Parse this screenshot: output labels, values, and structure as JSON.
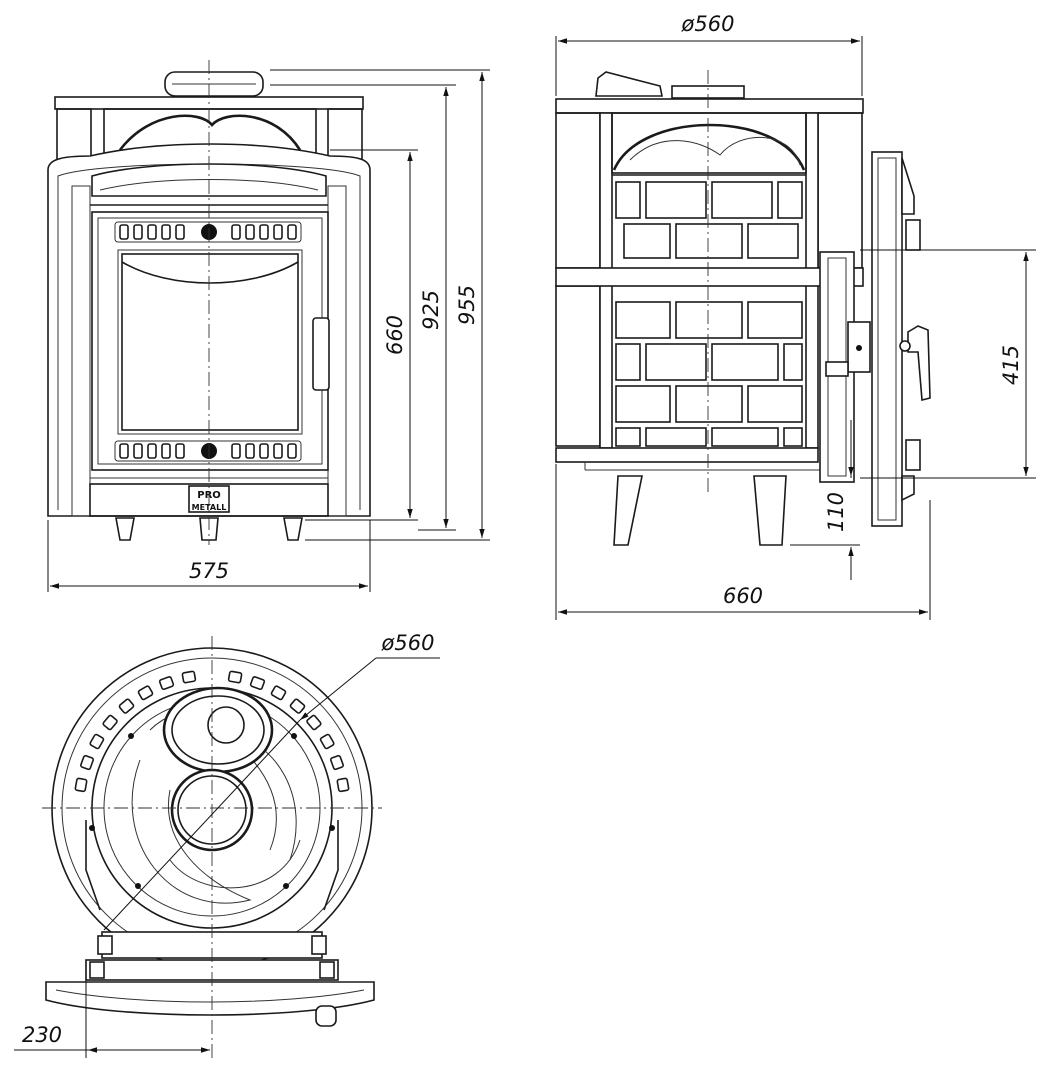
{
  "drawing": {
    "dimensions": {
      "front_width": "575",
      "front_body_height": "660",
      "front_height_925": "925",
      "front_total_height": "955",
      "side_diameter": "ø560",
      "side_door_height": "415",
      "side_leg_height": "110",
      "side_depth": "660",
      "top_diameter": "ø560",
      "top_offset": "230"
    },
    "logo": {
      "line1": "PRO",
      "line2": "METALL"
    },
    "colors": {
      "line": "#1a1a1a",
      "background": "#ffffff"
    }
  }
}
